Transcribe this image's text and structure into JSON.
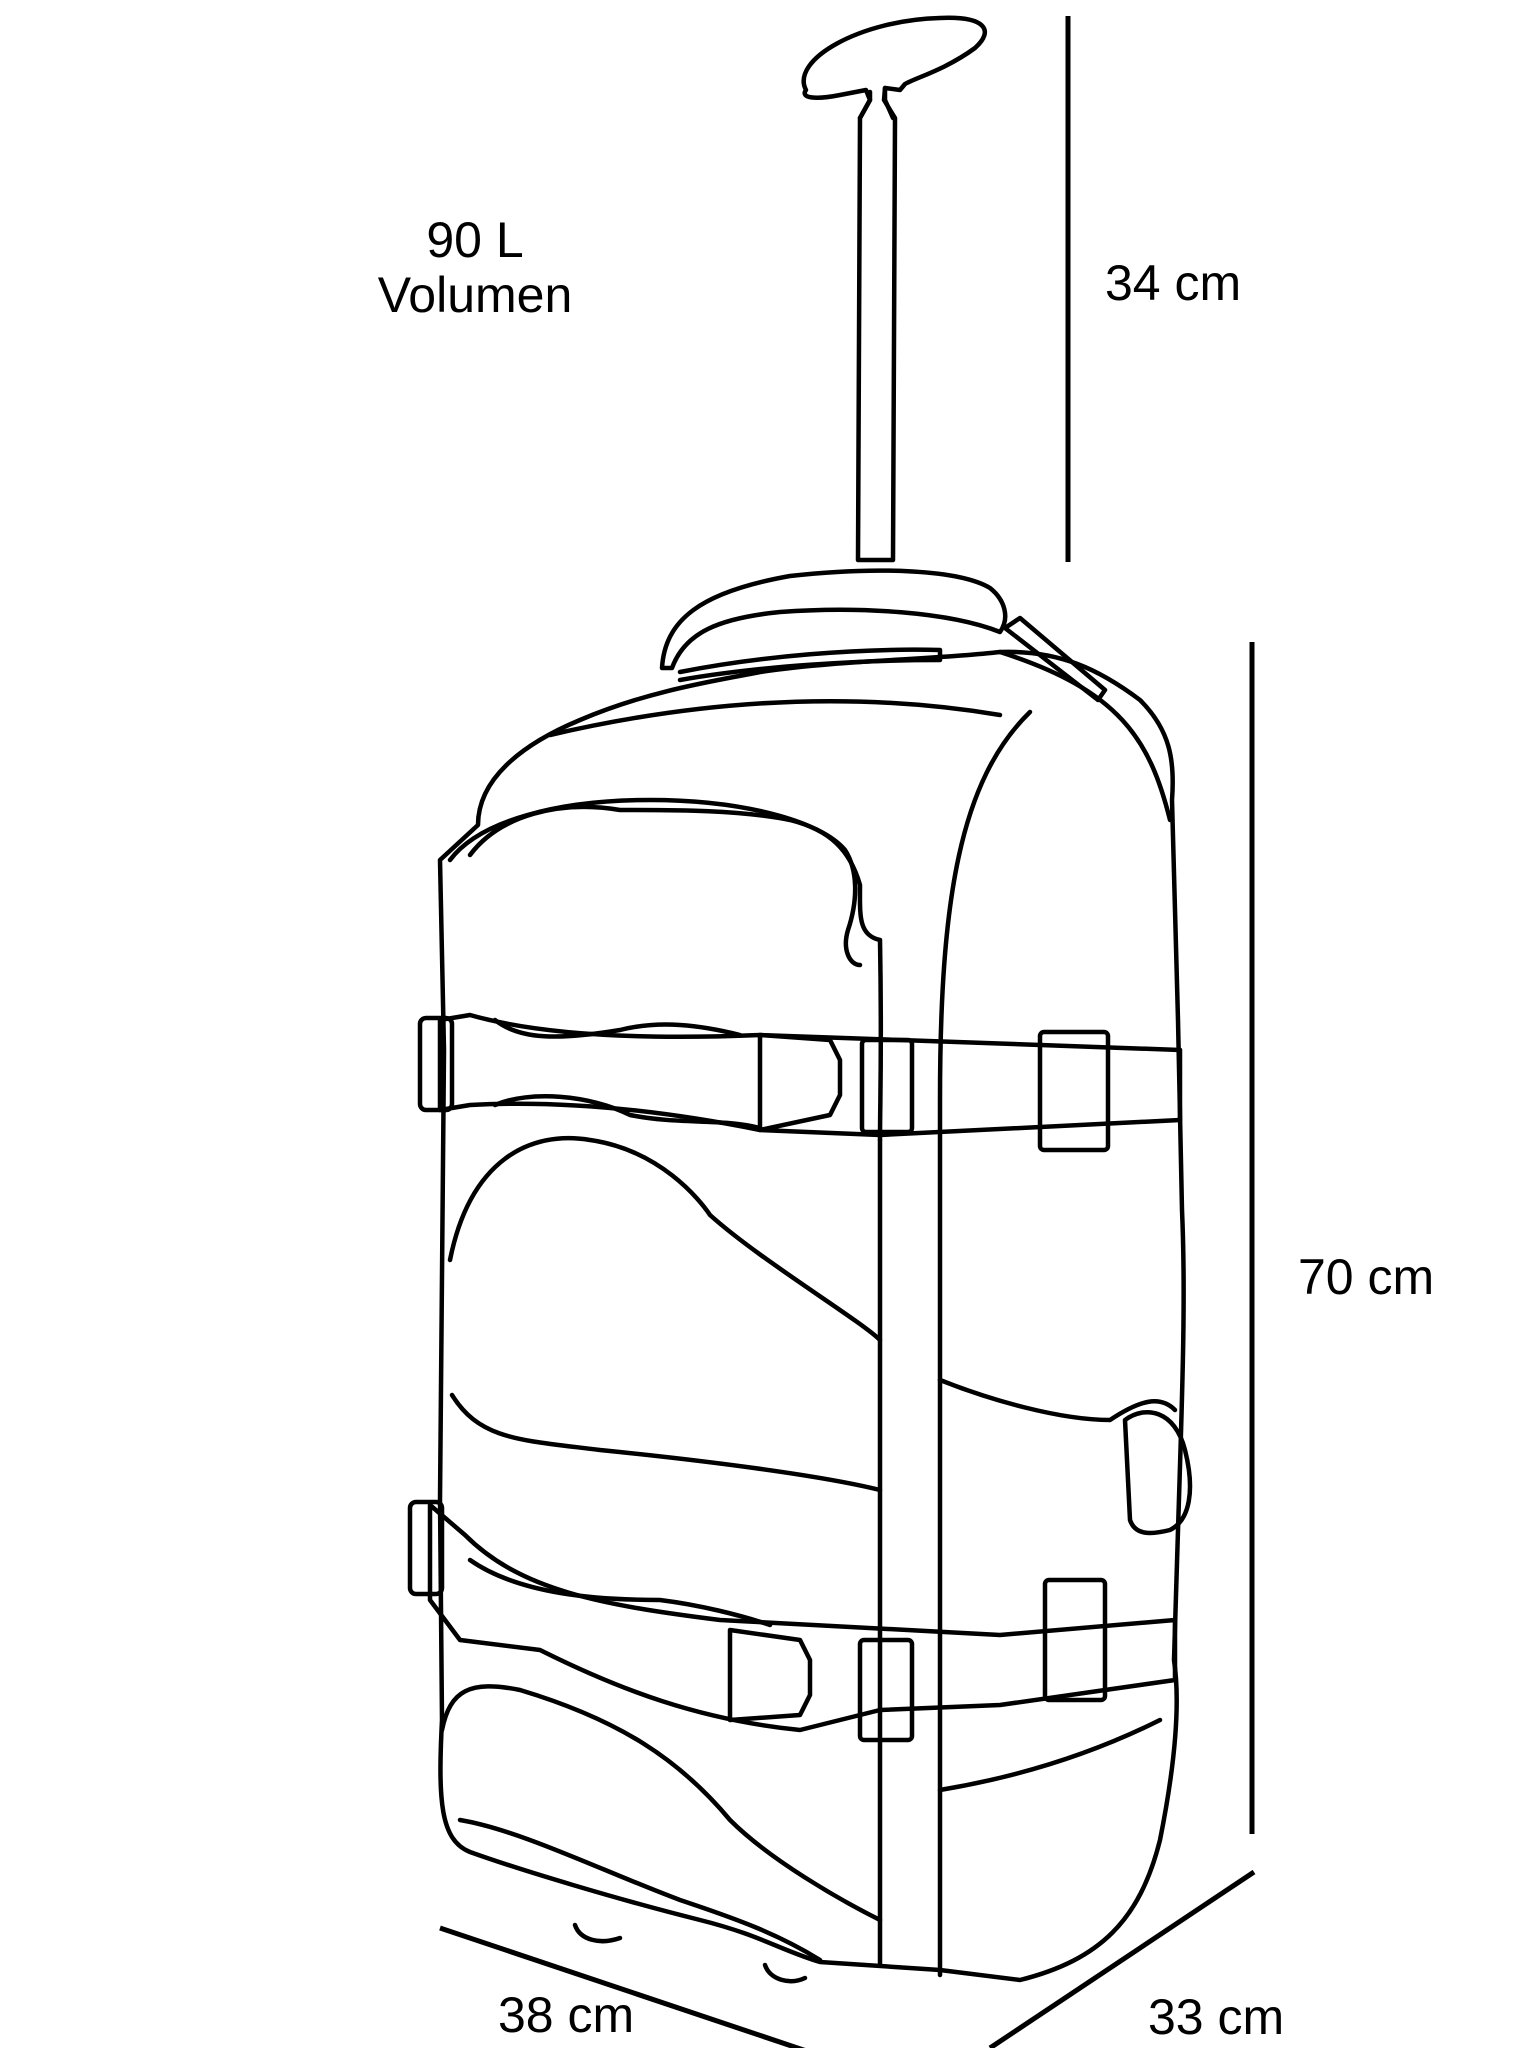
{
  "volume": {
    "value": "90 L",
    "label": "Volumen"
  },
  "dimensions": {
    "handle_extension": "34 cm",
    "height": "70 cm",
    "width": "38 cm",
    "depth": "33 cm"
  },
  "colors": {
    "line": "#000000",
    "background": "#ffffff"
  }
}
